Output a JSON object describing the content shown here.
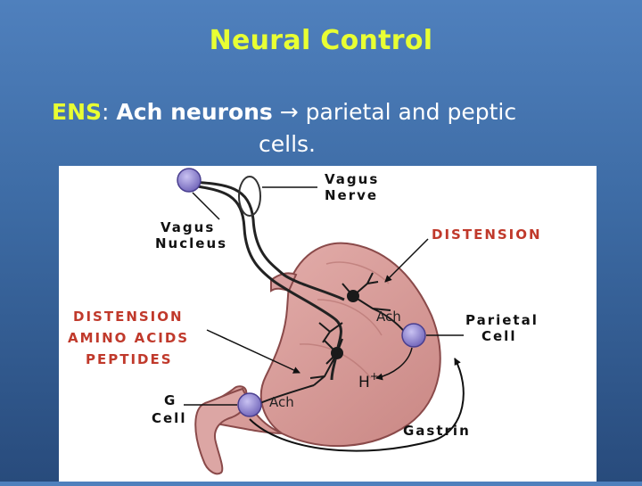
{
  "slide": {
    "title": "Neural Control",
    "subtitle_ens": "ENS",
    "subtitle_colon": ":",
    "subtitle_ach": "Ach neurons",
    "subtitle_arrow": "→",
    "subtitle_rest": "parietal and peptic",
    "subtitle_line2": "cells."
  },
  "diagram": {
    "labels": {
      "vagus_nerve_1": "Vagus",
      "vagus_nerve_2": "Nerve",
      "vagus_nucleus_1": "Vagus",
      "vagus_nucleus_2": "Nucleus",
      "distension_top": "DISTENSION",
      "distension_left": "DISTENSION",
      "amino_acids": "AMINO ACIDS",
      "peptides": "PEPTIDES",
      "g_cell_1": "G",
      "g_cell_2": "Cell",
      "parietal_1": "Parietal",
      "parietal_2": "Cell",
      "ach_top": "Ach",
      "ach_bottom": "Ach",
      "h": "H",
      "h_plus": "+",
      "gastrin": "Gastrin"
    },
    "colors": {
      "stomach_fill": "#d99a9a",
      "stomach_edge": "#8a4a4a",
      "neuron": "#1a1a1a",
      "cell": "#8a7fd0",
      "label_red": "#c0392b"
    }
  }
}
